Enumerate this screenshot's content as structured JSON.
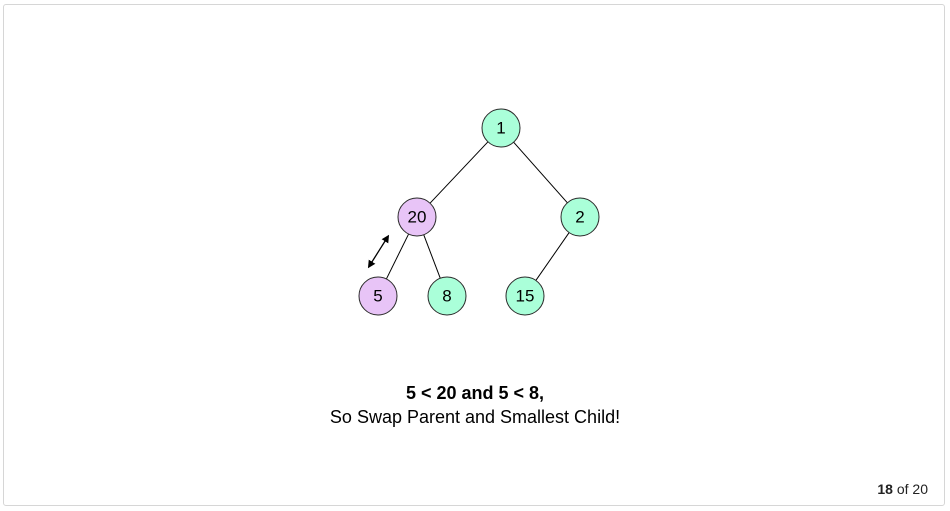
{
  "diagram": {
    "nodes": [
      {
        "id": "n1",
        "label": "1",
        "highlight": false
      },
      {
        "id": "n20",
        "label": "20",
        "highlight": true
      },
      {
        "id": "n2",
        "label": "2",
        "highlight": false
      },
      {
        "id": "n5",
        "label": "5",
        "highlight": true
      },
      {
        "id": "n8",
        "label": "8",
        "highlight": false
      },
      {
        "id": "n15",
        "label": "15",
        "highlight": false
      }
    ],
    "edges": [
      [
        "n1",
        "n20"
      ],
      [
        "n1",
        "n2"
      ],
      [
        "n20",
        "n5"
      ],
      [
        "n20",
        "n8"
      ],
      [
        "n2",
        "n15"
      ]
    ],
    "swap": [
      "n20",
      "n5"
    ],
    "colors": {
      "normal": "#aaffd9",
      "highlight": "#e8c4f7",
      "stroke": "#2b2b2b"
    }
  },
  "caption": {
    "line1": "5 < 20 and 5 < 8,",
    "line2": "So Swap Parent and Smallest Child!"
  },
  "pager": {
    "current": "18",
    "of_text": "of 20"
  }
}
